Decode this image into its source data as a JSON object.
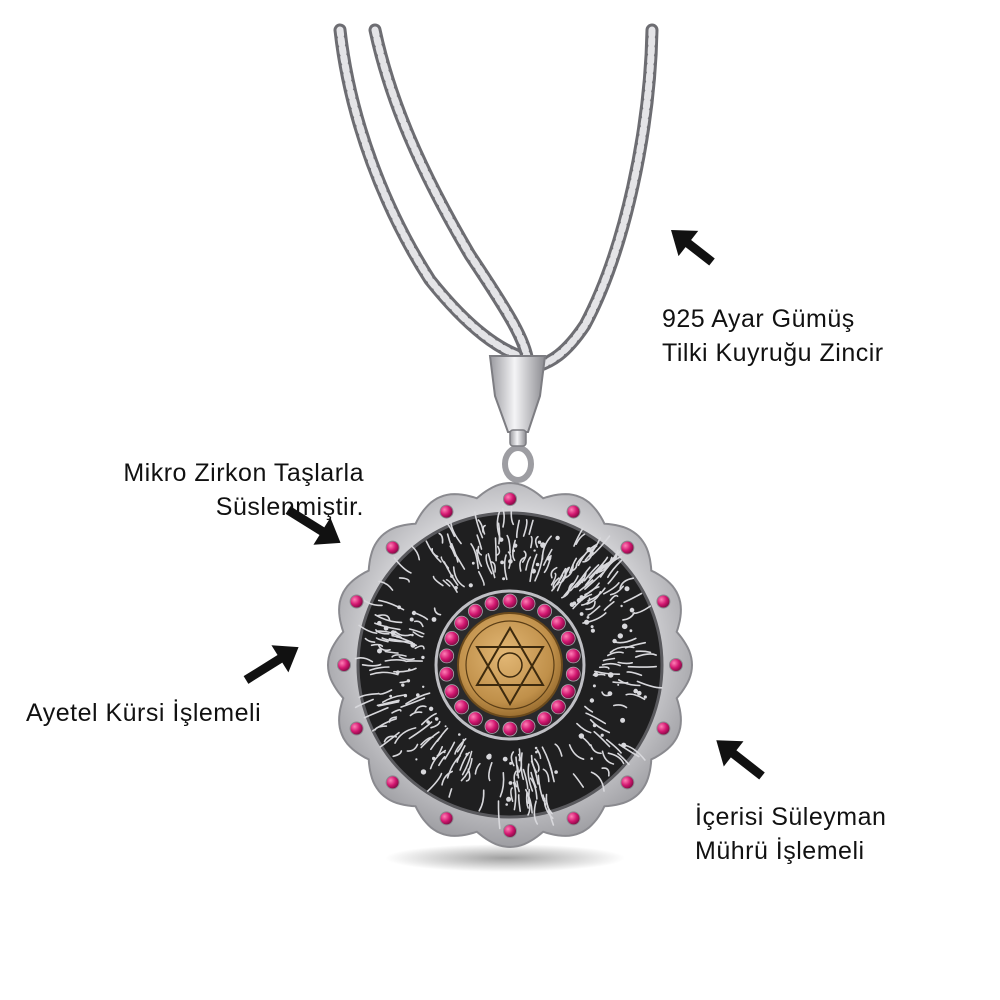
{
  "callouts": {
    "chain": {
      "line1": "925 Ayar Gümüş",
      "line2": "Tilki Kuyruğu Zincir"
    },
    "stones": {
      "line1": "Mikro Zirkon Taşlarla",
      "line2": "Süslenmiştir."
    },
    "engraving": {
      "line1": "Ayetel Kürsi İşlemeli"
    },
    "center": {
      "line1": "İçerisi Süleyman",
      "line2": "Mührü İşlemeli"
    }
  },
  "colors": {
    "silver": "#c9c9cc",
    "oxidized": "#1e1e1f",
    "gold": "#c7974e",
    "zircon": "#d1166f",
    "text": "#111111"
  },
  "icons": [
    "arrow-icon"
  ]
}
